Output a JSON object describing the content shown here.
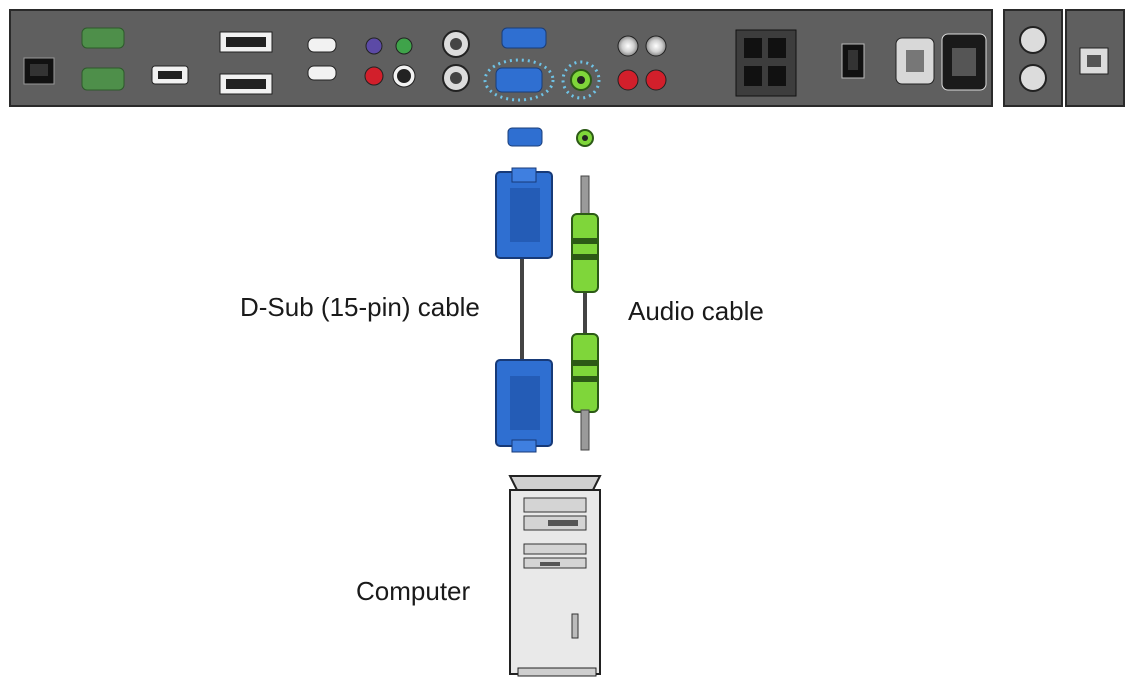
{
  "labels": {
    "dsub_cable": "D-Sub (15-pin) cable",
    "audio_cable": "Audio cable",
    "computer": "Computer"
  },
  "colors": {
    "panel": "#5f5f5f",
    "panel_dark": "#3d3d3d",
    "vga_blue": "#2f6fd1",
    "audio_green": "#7fd63a",
    "rca_red": "#d21f2b",
    "pc_case": "#e9e9e9",
    "highlight_ring": "#6fc3e6"
  }
}
